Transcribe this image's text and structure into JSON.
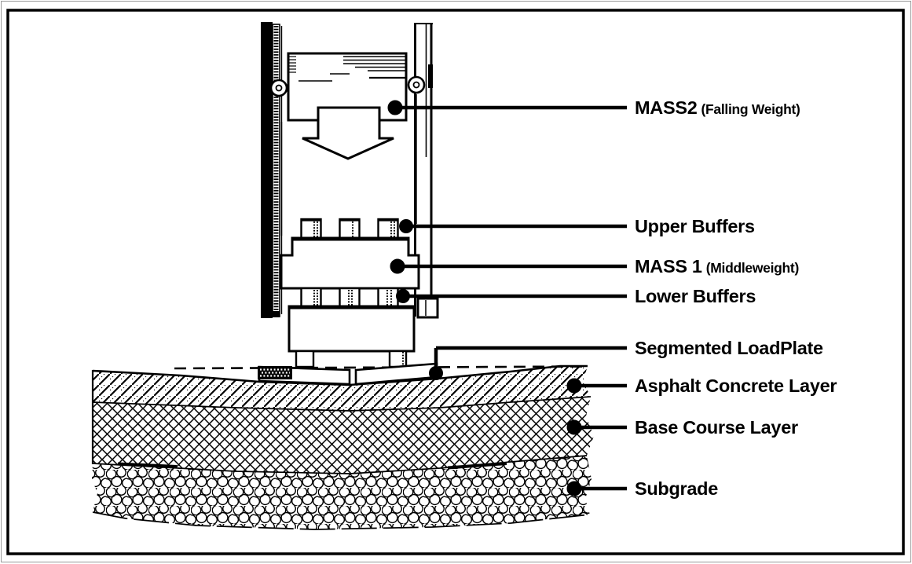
{
  "figure": {
    "labels": [
      {
        "text": "MASS2",
        "note": "(Falling Weight)"
      },
      {
        "text": "Upper Buffers",
        "note": ""
      },
      {
        "text": "MASS 1",
        "note": "(Middleweight)"
      },
      {
        "text": "Lower Buffers",
        "note": ""
      },
      {
        "text": "Segmented LoadPlate",
        "note": ""
      },
      {
        "text": "Asphalt Concrete Layer",
        "note": ""
      },
      {
        "text": "Base Course Layer",
        "note": ""
      },
      {
        "text": "Subgrade",
        "note": ""
      }
    ],
    "icons": {
      "falling_direction": "down-arrow-icon",
      "leader_marker": "bullet-marker"
    },
    "colors": {
      "ink": "#000000",
      "paper": "#ffffff"
    }
  }
}
